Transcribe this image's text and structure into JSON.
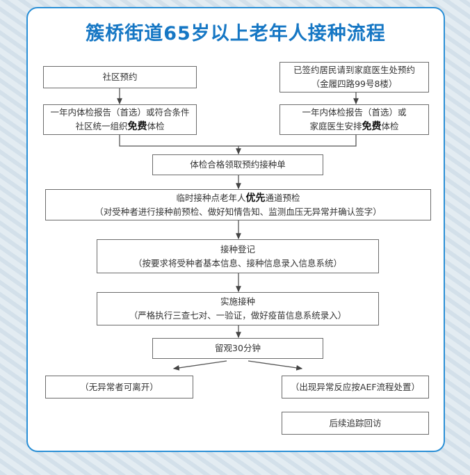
{
  "title": "簇桥街道65岁以上老年人接种流程",
  "steps": {
    "community_booking": "社区预约",
    "signed_booking_1": "已签约居民请到家庭医生处预约",
    "signed_booking_2": "（金履四路99号8楼）",
    "left_check_1": "一年内体检报告（首选）或符合条件",
    "left_check_2a": "社区统一组织",
    "left_check_bold": "免费",
    "left_check_2b": "体检",
    "right_check_1": "一年内体检报告（首选）或",
    "right_check_2a": "家庭医生安排",
    "right_check_bold": "免费",
    "right_check_2b": "体检",
    "qualified": "体检合格领取预约接种单",
    "precheck_1a": "临时接种点老年人",
    "precheck_bold": "优先",
    "precheck_1b": "通道预检",
    "precheck_2": "（对受种者进行接种前预检、做好知情告知、监测血压无异常并确认签字）",
    "register_1": "接种登记",
    "register_2": "（按要求将受种者基本信息、接种信息录入信息系统）",
    "vaccinate_1": "实施接种",
    "vaccinate_2": "（严格执行三查七对、一验证，做好疫苗信息系统录入）",
    "observe": "留观30分钟",
    "leave": "（无异常者可离开）",
    "abnormal": "（出现异常反应按AEF流程处置）",
    "followup": "后续追踪回访"
  }
}
